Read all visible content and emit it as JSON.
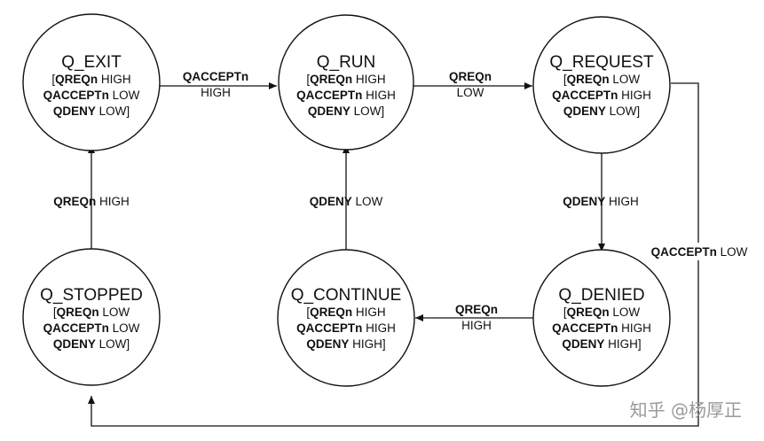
{
  "states": {
    "exit": {
      "name": "Q_EXIT",
      "qreq": "HIGH",
      "qaccept": "LOW",
      "qdeny": "LOW"
    },
    "run": {
      "name": "Q_RUN",
      "qreq": "HIGH",
      "qaccept": "HIGH",
      "qdeny": "LOW"
    },
    "request": {
      "name": "Q_REQUEST",
      "qreq": "LOW",
      "qaccept": "HIGH",
      "qdeny": "LOW"
    },
    "stopped": {
      "name": "Q_STOPPED",
      "qreq": "LOW",
      "qaccept": "LOW",
      "qdeny": "LOW"
    },
    "continue": {
      "name": "Q_CONTINUE",
      "qreq": "HIGH",
      "qaccept": "HIGH",
      "qdeny": "HIGH"
    },
    "denied": {
      "name": "Q_DENIED",
      "qreq": "LOW",
      "qaccept": "HIGH",
      "qdeny": "HIGH"
    }
  },
  "signals": {
    "qreq": "QREQn",
    "qaccept": "QACCEPTn",
    "qdeny": "QDENY"
  },
  "edges": {
    "exit_to_run": {
      "signal": "QACCEPTn",
      "value": "HIGH"
    },
    "run_to_request": {
      "signal": "QREQn",
      "value": "LOW"
    },
    "request_to_denied": {
      "signal": "QDENY",
      "value": "HIGH"
    },
    "denied_to_continue": {
      "signal": "QREQn",
      "value": "HIGH"
    },
    "continue_to_run": {
      "signal": "QDENY",
      "value": "LOW"
    },
    "stopped_to_exit": {
      "signal": "QREQn",
      "value": "HIGH"
    },
    "request_to_stopped": {
      "signal": "QACCEPTn",
      "value": "LOW"
    }
  },
  "watermark": "知乎 @杨厚正"
}
